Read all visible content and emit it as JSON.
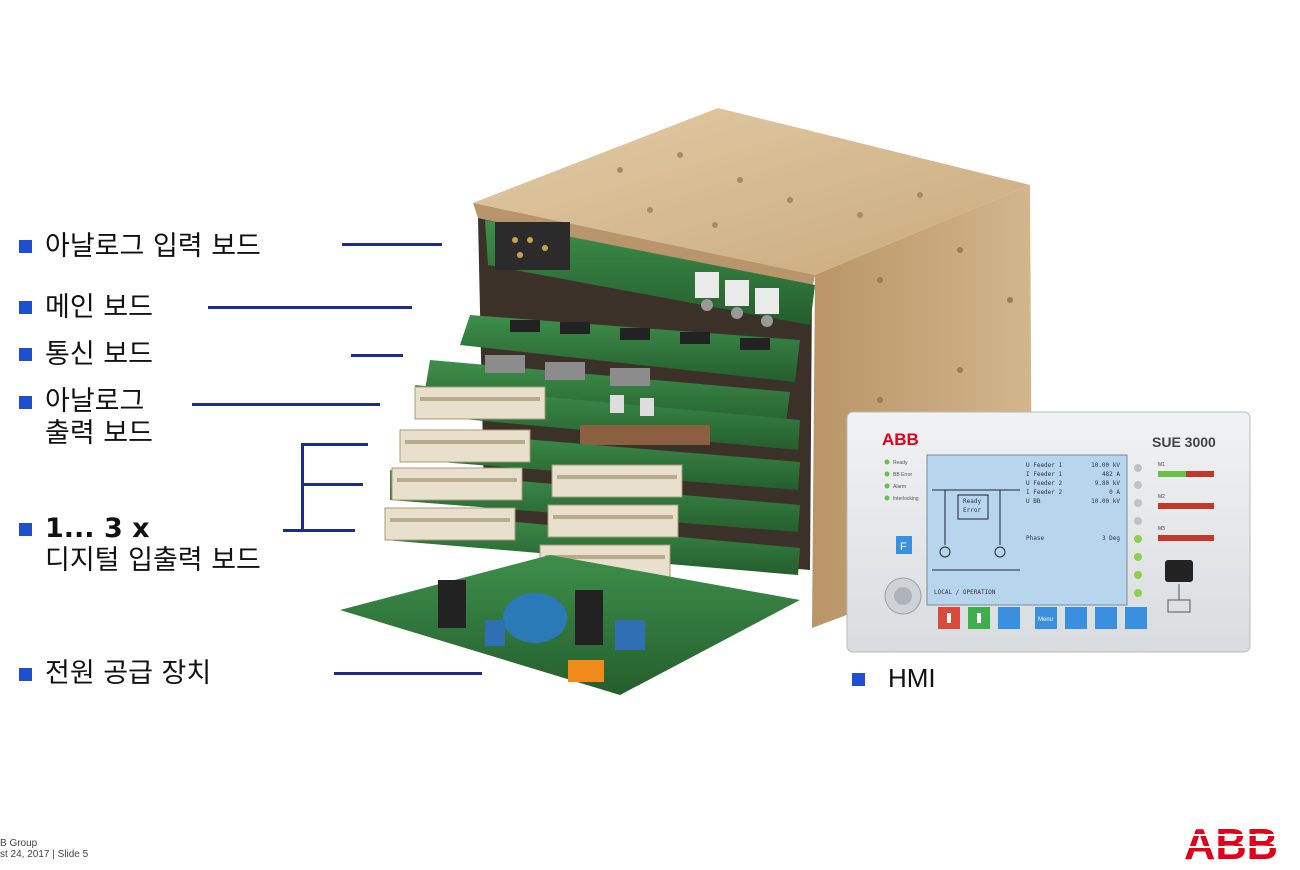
{
  "labels": {
    "analog_input": "아날로그 입력 보드",
    "main_board": "메인 보드",
    "comm_board": "통신 보드",
    "analog_output_1": "아날로그",
    "analog_output_2": "출력 보드",
    "digital_io_1": "1... 3 x",
    "digital_io_2": "디지털 입출력 보드",
    "power_supply": "전원 공급 장치",
    "hmi": "HMI"
  },
  "hmi_panel": {
    "brand": "ABB",
    "model": "SUE 3000",
    "status_leds": [
      "Ready",
      "BB Error",
      "Alarm",
      "Interlocking"
    ],
    "display_rows": [
      {
        "name": "U Feeder 1",
        "value": "10.00 kV"
      },
      {
        "name": "I Feeder 1",
        "value": "482 A"
      },
      {
        "name": "U Feeder 2",
        "value": "9.80 kV"
      },
      {
        "name": "I Feeder 2",
        "value": "0 A"
      },
      {
        "name": "U BB",
        "value": "10.00 kV"
      }
    ],
    "phase_label": "Phase",
    "phase_value": "3 Deg",
    "mode_text": "LOCAL / OPERATION",
    "box_text_1": "Ready",
    "box_text_2": "Error",
    "f_key": "F",
    "bar_labels": [
      "M1",
      "M2",
      "M3"
    ],
    "menu_key": "Menu"
  },
  "footer": {
    "line1": "B Group",
    "line2": "st 24, 2017 | Slide 5"
  },
  "logo": "ABB",
  "colors": {
    "bullet": "#1f4fd1",
    "leader": "#1a2e86",
    "logo_red": "#e2001a",
    "pcb_green": "#2f7a3c",
    "chassis": "#c9ab80"
  }
}
